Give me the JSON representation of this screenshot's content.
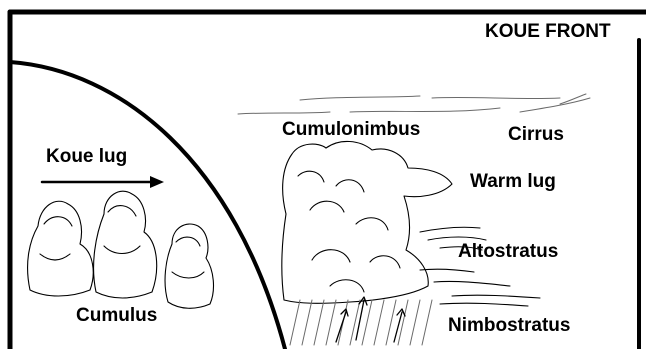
{
  "title": "KOUE FRONT",
  "labels": {
    "cold_air": "Koue lug",
    "cumulus": "Cumulus",
    "cumulonimbus": "Cumulonimbus",
    "cirrus": "Cirrus",
    "warm_air": "Warm lug",
    "altostratus": "Altostratus",
    "nimbostratus": "Nimbostratus"
  },
  "colors": {
    "ink": "#000000",
    "background": "#ffffff"
  },
  "icons": {
    "cold_air_arrow": "right-arrow-icon"
  }
}
